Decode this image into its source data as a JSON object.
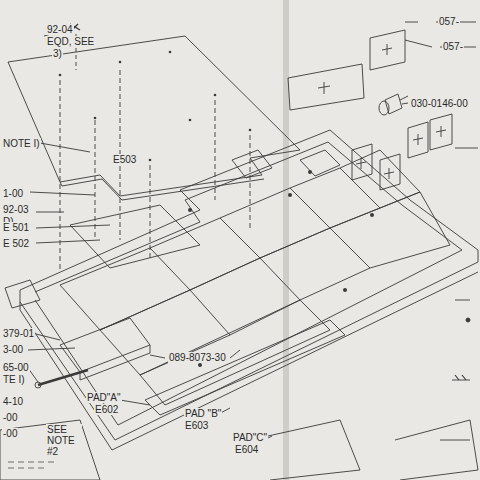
{
  "diagram": {
    "labels": [
      "057-",
      "057-",
      "92-04",
      "EQD, SEE",
      "3)",
      "030-0146-00",
      "NOTE I)",
      "E503",
      "1-00",
      "92-03",
      "D)",
      "E 501",
      "E 502",
      "379-01",
      "089-8073-30",
      "3-00",
      "65-00",
      "TE I)",
      "PAD\"A\"",
      "E602",
      "4-10",
      "PAD \"B\"",
      "E603",
      "-00",
      "-00",
      "SEE NOTE #2",
      "PAD\"C\"",
      "E604"
    ]
  }
}
